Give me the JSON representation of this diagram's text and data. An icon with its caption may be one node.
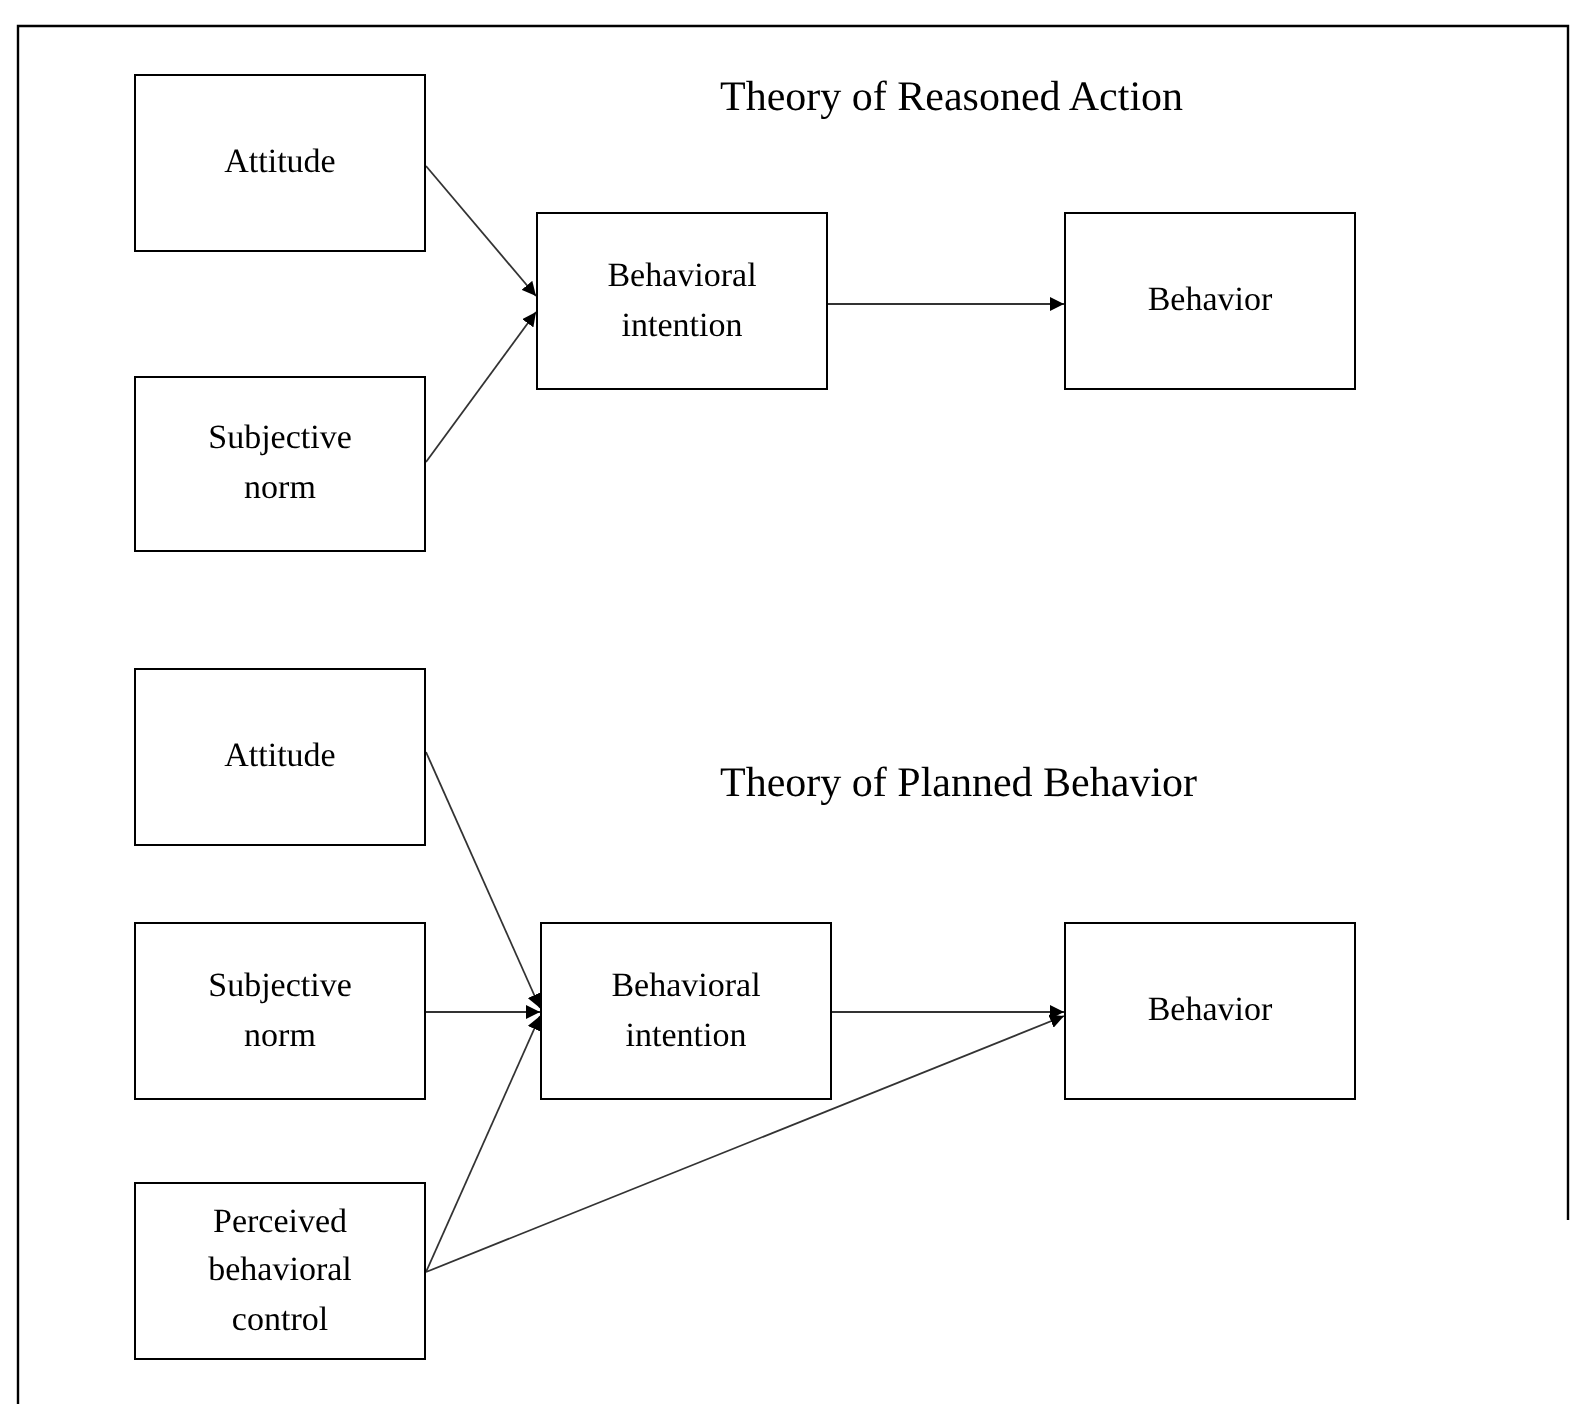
{
  "diagram": {
    "nodes": [
      {
        "text": [
          "Attitude"
        ]
      },
      {
        "text": [
          "Subjective norm"
        ]
      },
      {
        "text": [
          "Behavioral intention"
        ]
      },
      {
        "text": [
          "Behavior"
        ]
      },
      {
        "text": [
          "Attitude"
        ]
      },
      {
        "text": [
          "Subjective norm"
        ]
      },
      {
        "text": [
          "Behavioral intention"
        ]
      },
      {
        "text": [
          "Behavior"
        ]
      },
      {
        "text": [
          "Perceived behavioral control"
        ]
      }
    ],
    "edges": [
      {
        "from": 0,
        "to": 2,
        "arrow": "to"
      },
      {
        "from": 1,
        "to": 2,
        "arrow": "to"
      },
      {
        "from": 2,
        "to": 3,
        "arrow": "to"
      },
      {
        "from": 4,
        "to": 6,
        "arrow": "to"
      },
      {
        "from": 5,
        "to": 6,
        "arrow": "to"
      },
      {
        "from": 8,
        "to": 6,
        "arrow": "to"
      },
      {
        "from": 6,
        "to": 7,
        "arrow": "to"
      },
      {
        "from": 8,
        "to": 7,
        "arrow": "to"
      }
    ],
    "labels": [
      "Theory of Reasoned Action",
      "Theory of Planned Behavior"
    ]
  }
}
